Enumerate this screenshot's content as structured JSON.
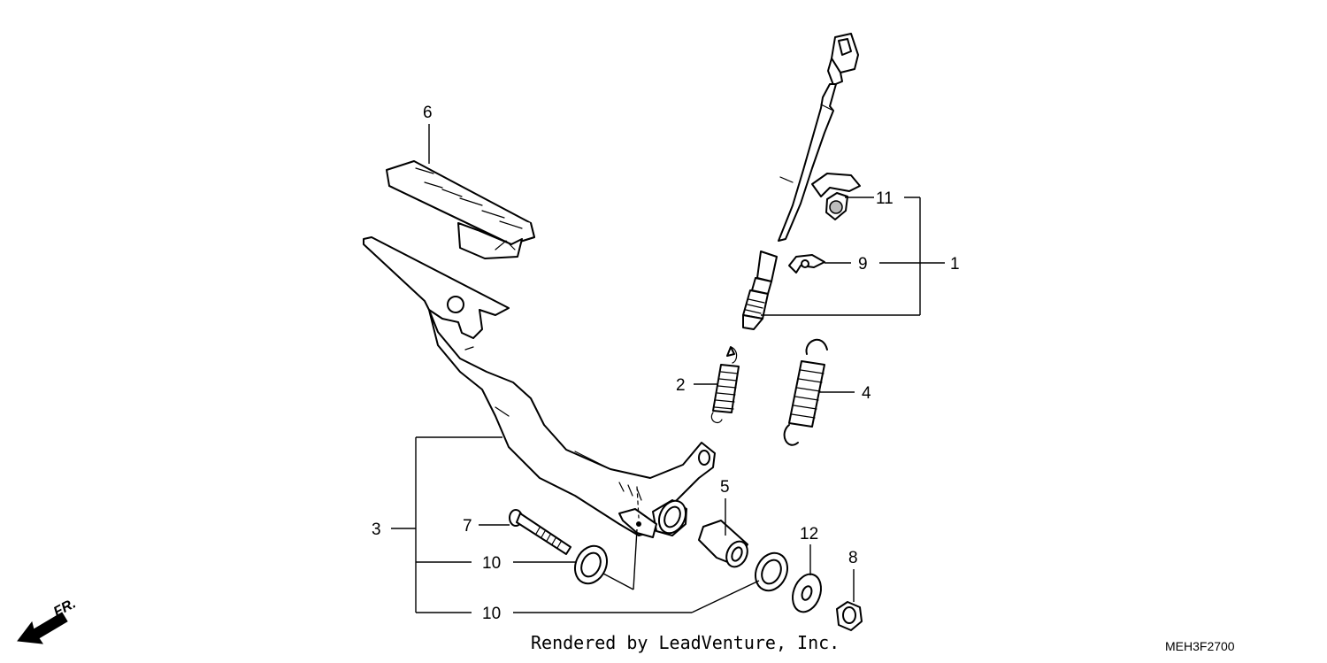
{
  "callouts": {
    "c1": "1",
    "c2": "2",
    "c3": "3",
    "c4": "4",
    "c5": "5",
    "c6": "6",
    "c7": "7",
    "c8": "8",
    "c9": "9",
    "c10a": "10",
    "c10b": "10",
    "c11": "11",
    "c12": "12"
  },
  "direction": {
    "label": "FR."
  },
  "footer": {
    "credit": "Rendered by LeadVenture, Inc.",
    "diagram_code": "MEH3F2700"
  },
  "colors": {
    "line": "#000000",
    "background": "#ffffff"
  }
}
